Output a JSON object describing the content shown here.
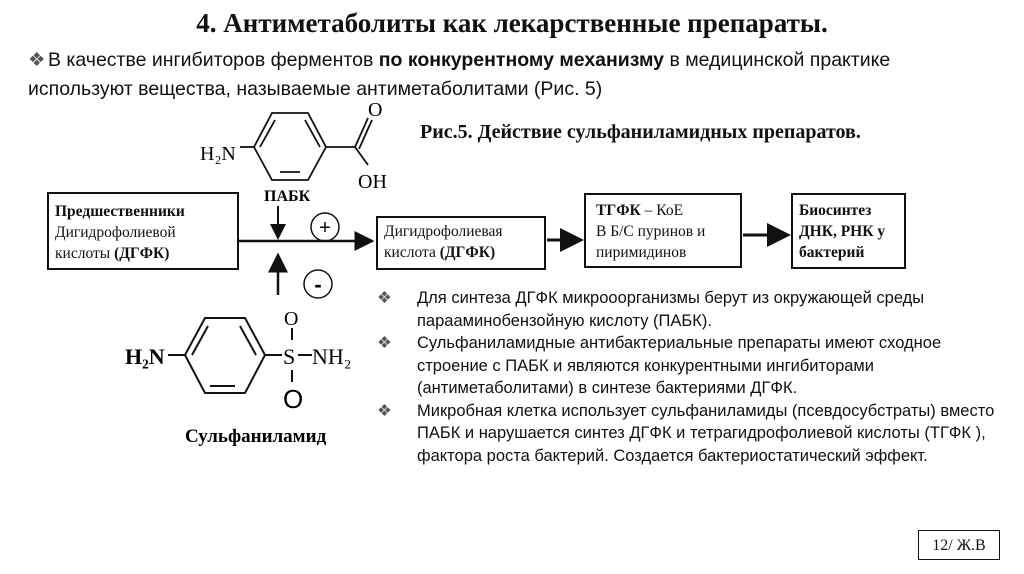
{
  "title": "4. Антиметаболиты как лекарственные препараты.",
  "intro": {
    "before": "В качестве ингибиторов ферментов ",
    "bold": "по конкурентному механизму",
    "after": " в медицинской практике используют вещества, называемые антиметаболитами (Рис. 5)"
  },
  "caption": "Рис.5. Действие сульфаниламидных препаратов.",
  "pabk": {
    "label": "ПАБК",
    "h2n": "H₂N",
    "o": "O",
    "oh": "OH"
  },
  "sulfa": {
    "label": "Сульфаниламид",
    "h2n": "H₂N",
    "s": "S",
    "nh2": "NH₂",
    "o": "O"
  },
  "signs": {
    "plus": "+",
    "minus": "-"
  },
  "boxes": {
    "b1": {
      "l1": "Предшественники",
      "l2": "Дигидрофолиевой",
      "l3a": "кислоты ",
      "l3b": "(ДГФК)"
    },
    "b2": {
      "l1": "Дигидрофолиевая",
      "l2a": "кислота ",
      "l2b": "(ДГФК)"
    },
    "b3": {
      "l1a": "ТГФК",
      "l1b": " – КоЕ",
      "l2": "В Б/С пуринов и",
      "l3": "пиримидинов"
    },
    "b4": {
      "l1": "Биосинтез",
      "l2": "ДНК, РНК у",
      "l3": "бактерий"
    }
  },
  "bullets": [
    "Для синтеза ДГФК микрооорганизмы берут из окружающей среды парааминобензойную кислоту (ПАБК).",
    "Сульфаниламидные антибактериальные препараты имеют сходное строение с ПАБК и являются конкурентными ингибиторами (антиметаболитами) в синтезе бактериями ДГФК.",
    "Микробная клетка использует сульфаниламиды (псевдосубстраты) вместо ПАБК и нарушается синтез ДГФК и тетрагидрофолиевой кислоты (ТГФК ), фактора роста бактерий. Создается бактериостатический эффект."
  ],
  "bullet_glyph": "❖",
  "footer": "12/ Ж.В"
}
